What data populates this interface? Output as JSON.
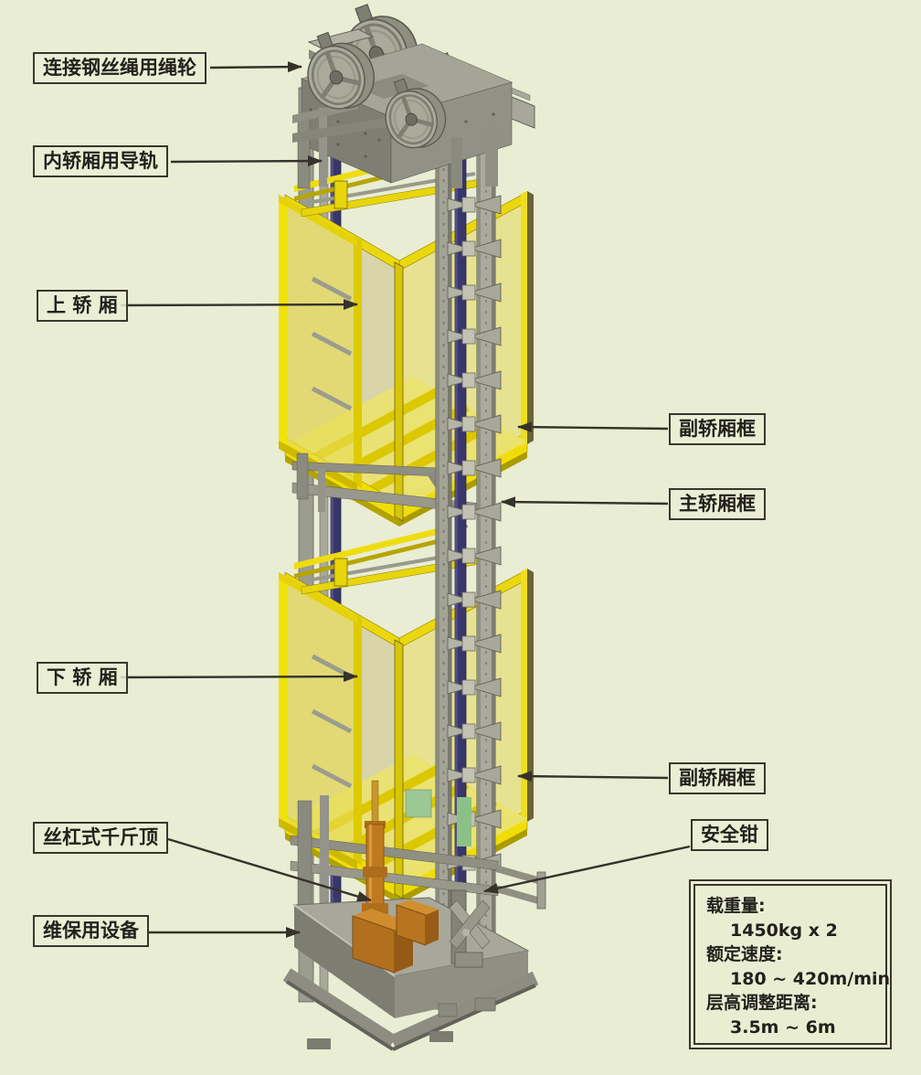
{
  "labels": {
    "rope_sheave": "连接钢丝绳用绳轮",
    "inner_car_rail": "内轿厢用导轨",
    "upper_car": "上 轿 厢",
    "sub_car_frame_upper": "副轿厢框",
    "main_car_frame": "主轿厢框",
    "lower_car": "下 轿 厢",
    "sub_car_frame_lower": "副轿厢框",
    "screw_jack": "丝杠式千斤顶",
    "safety_gear": "安全钳",
    "maintenance_equipment": "维保用设备"
  },
  "spec_box": {
    "lines": [
      {
        "text": "载重量:",
        "indent": false
      },
      {
        "text": "1450kg x 2",
        "indent": true
      },
      {
        "text": "额定速度:",
        "indent": false
      },
      {
        "text": "180 ~ 420m/min",
        "indent": true
      },
      {
        "text": "层高调整距离:",
        "indent": false
      },
      {
        "text": "3.5m ~ 6m",
        "indent": true
      }
    ]
  },
  "colors": {
    "background": "#e9edd3",
    "annotation_line": "#35322b",
    "frame_yellow": "#f0de08",
    "panel_yellow": "#e6e08a",
    "guide_rail_navy": "#39366b",
    "structure_gray": "#9a9a8c",
    "jack_orange": "#bf7a1f",
    "accent_green": "#9cc894"
  }
}
